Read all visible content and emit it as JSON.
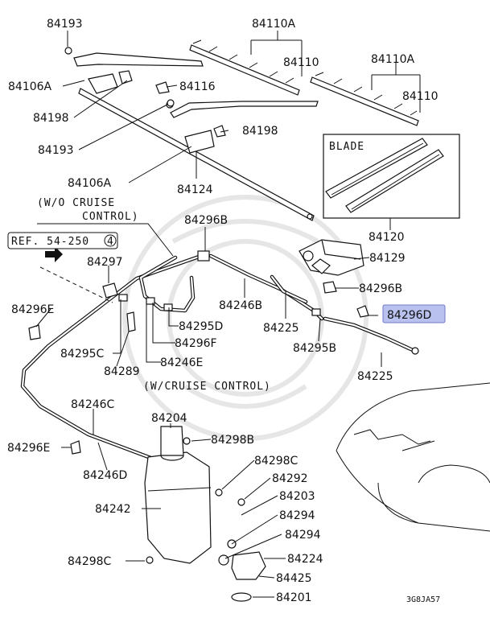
{
  "diagram": {
    "parts": {
      "p84193a": "84193",
      "p84110a_1": "84110A",
      "p84110_1": "84110",
      "p84110a_2": "84110A",
      "p84110_2": "84110",
      "p84106a_1": "84106A",
      "p84116": "84116",
      "p84198a": "84198",
      "p84193b": "84193",
      "p84198b": "84198",
      "p84106a_2": "84106A",
      "p84124": "84124",
      "p84120": "84120",
      "p84296b_1": "84296B",
      "p84129": "84129",
      "p84297": "84297",
      "p84296b_2": "84296B",
      "p84296e_1": "84296E",
      "p84246b": "84246B",
      "p84296d_1": "84296D",
      "p84295d": "84295D",
      "p84225_1": "84225",
      "p84295c": "84295C",
      "p84296f": "84296F",
      "p84295b": "84295B",
      "p84246e": "84246E",
      "p84289": "84289",
      "p84225_2": "84225",
      "p84246c": "84246C",
      "p84204": "84204",
      "p84298b": "84298B",
      "p84296e_2": "84296E",
      "p84246d": "84246D",
      "p84298c_1": "84298C",
      "p84292": "84292",
      "p84203": "84203",
      "p84242": "84242",
      "p84294_1": "84294",
      "p84294_2": "84294",
      "p84298c_2": "84298C",
      "p84224": "84224",
      "p84425": "84425",
      "p84201": "84201"
    },
    "notes": {
      "wo_cruise_1": "(W/O CRUISE",
      "wo_cruise_2": "CONTROL)",
      "ref_prefix": "REF. 54-250",
      "ref_number": "4",
      "w_cruise": "(W/CRUISE CONTROL)",
      "blade": "BLADE",
      "diagram_code": "3G8JA57"
    },
    "highlight_color": "#b9c2ee"
  }
}
